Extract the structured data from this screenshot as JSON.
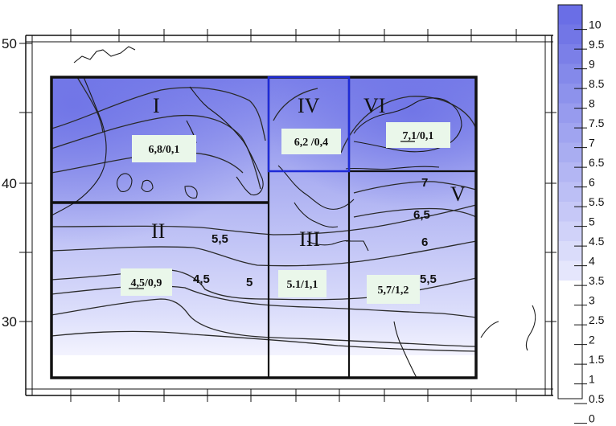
{
  "axes": {
    "lat_labels": [
      "50",
      "40",
      "30"
    ]
  },
  "zones": [
    {
      "id": "I",
      "label": "I",
      "value": "6,8/0,1",
      "underline": ""
    },
    {
      "id": "II",
      "label": "II",
      "value": "4,5/0,9",
      "underline": "4,5"
    },
    {
      "id": "III",
      "label": "III",
      "value": "5.1/1,1",
      "underline": ""
    },
    {
      "id": "IV",
      "label": "IV",
      "value": "6,2 /0,4",
      "underline": ""
    },
    {
      "id": "V",
      "label": "V",
      "value": "5,7/1,2",
      "underline": ""
    },
    {
      "id": "VI",
      "label": "VI",
      "value": "7,1/0,1",
      "underline": "7,1"
    }
  ],
  "contour_labels": [
    "5,5",
    "4,5",
    "5",
    "7",
    "6,5",
    "6",
    "5,5"
  ],
  "legend": {
    "levels": [
      "10",
      "9.5",
      "9",
      "8.5",
      "8",
      "7.5",
      "7",
      "6.5",
      "6",
      "5.5",
      "5",
      "4.5",
      "4",
      "3.5",
      "3",
      "2.5",
      "2",
      "1.5",
      "1",
      "0.5",
      "0"
    ],
    "colors": [
      "#6a6ee6",
      "#7276e6",
      "#7b7fe8",
      "#8489ea",
      "#8d92ec",
      "#979bee",
      "#a0a4f0",
      "#a9adf1",
      "#b3b6f3",
      "#bcbff5",
      "#c6c8f7",
      "#d0d2f9",
      "#dadcfa",
      "#e5e6fc",
      "#ffffff",
      "#ffffff",
      "#ffffff",
      "#ffffff",
      "#ffffff",
      "#ffffff"
    ]
  },
  "colors": {
    "box_border": "#111111",
    "zone_iv_border": "#1f2bd6",
    "label_box": "#eaf7ea"
  }
}
